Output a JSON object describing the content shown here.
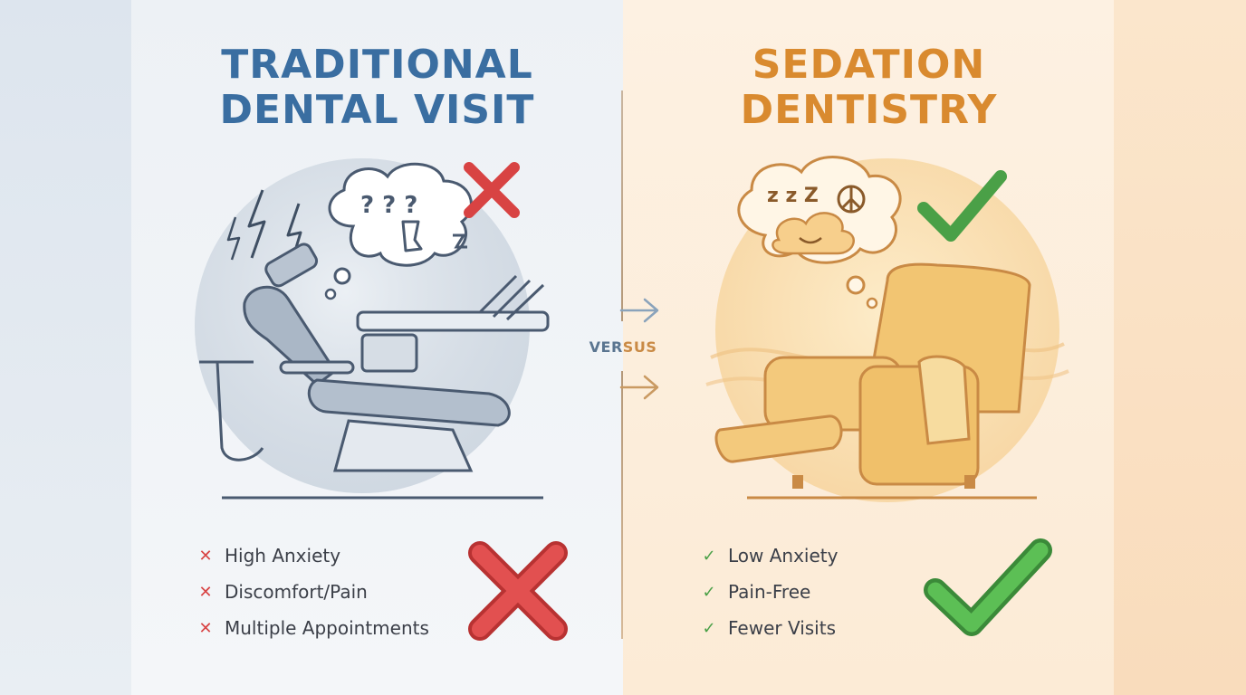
{
  "left": {
    "title_line1": "TRADITIONAL",
    "title_line2": "DENTAL VISIT",
    "items": [
      {
        "icon": "x-mark-icon",
        "label": "High Anxiety"
      },
      {
        "icon": "x-mark-icon",
        "label": "Discomfort/Pain"
      },
      {
        "icon": "x-mark-icon",
        "label": "Multiple Appointments"
      }
    ]
  },
  "right": {
    "title_line1": "SEDATION",
    "title_line2": "DENTISTRY",
    "items": [
      {
        "icon": "check-mark-icon",
        "label": "Low Anxiety"
      },
      {
        "icon": "check-mark-icon",
        "label": "Pain-Free"
      },
      {
        "icon": "check-mark-icon",
        "label": "Fewer Visits"
      }
    ]
  },
  "versus_part1": "VER",
  "versus_part2": "SUS",
  "sleep_text": "z z Z",
  "thought_marks": "? ? ?",
  "colors": {
    "left_title": "#3a6ea1",
    "right_title": "#d98a2f",
    "red_cross": "#d84343",
    "green_check": "#4aa047"
  }
}
